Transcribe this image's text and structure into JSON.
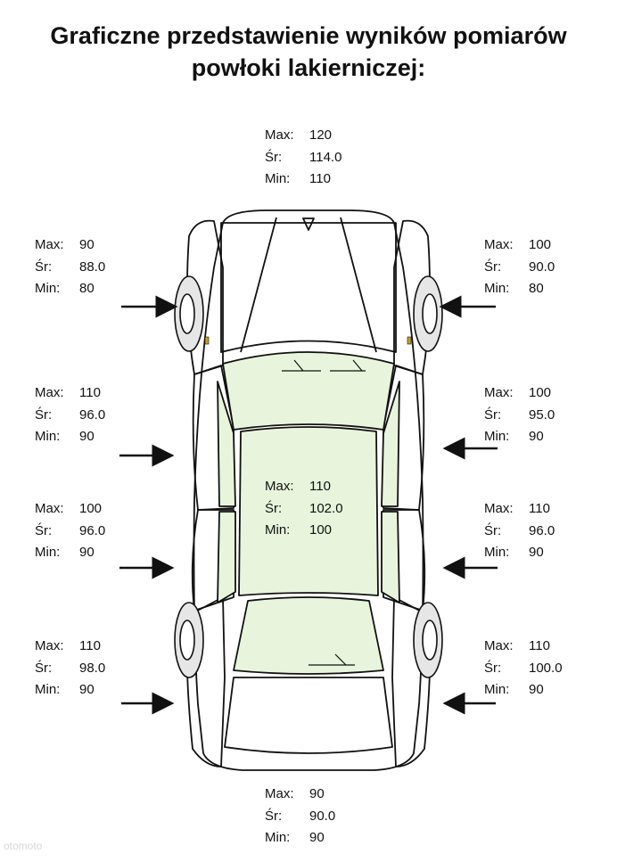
{
  "title_line1": "Graficzne przedstawienie wyników pomiarów",
  "title_line2": "powłoki lakierniczej:",
  "labels": {
    "max": "Max:",
    "avg": "Śr:",
    "min": "Min:"
  },
  "readings": {
    "hood": {
      "max": "120",
      "avg": "114.0",
      "min": "110"
    },
    "front_left": {
      "max": "90",
      "avg": "88.0",
      "min": "80"
    },
    "front_right": {
      "max": "100",
      "avg": "90.0",
      "min": "80"
    },
    "door_fl": {
      "max": "110",
      "avg": "96.0",
      "min": "90"
    },
    "door_fr": {
      "max": "100",
      "avg": "95.0",
      "min": "90"
    },
    "roof": {
      "max": "110",
      "avg": "102.0",
      "min": "100"
    },
    "door_rl": {
      "max": "100",
      "avg": "96.0",
      "min": "90"
    },
    "door_rr": {
      "max": "110",
      "avg": "96.0",
      "min": "90"
    },
    "rear_left": {
      "max": "110",
      "avg": "98.0",
      "min": "90"
    },
    "rear_right": {
      "max": "110",
      "avg": "100.0",
      "min": "90"
    },
    "trunk": {
      "max": "90",
      "avg": "90.0",
      "min": "90"
    }
  },
  "watermark": "otomoto",
  "colors": {
    "glass": "#e8f5dc",
    "outline": "#111111",
    "wheel": "#e6e6e6"
  }
}
